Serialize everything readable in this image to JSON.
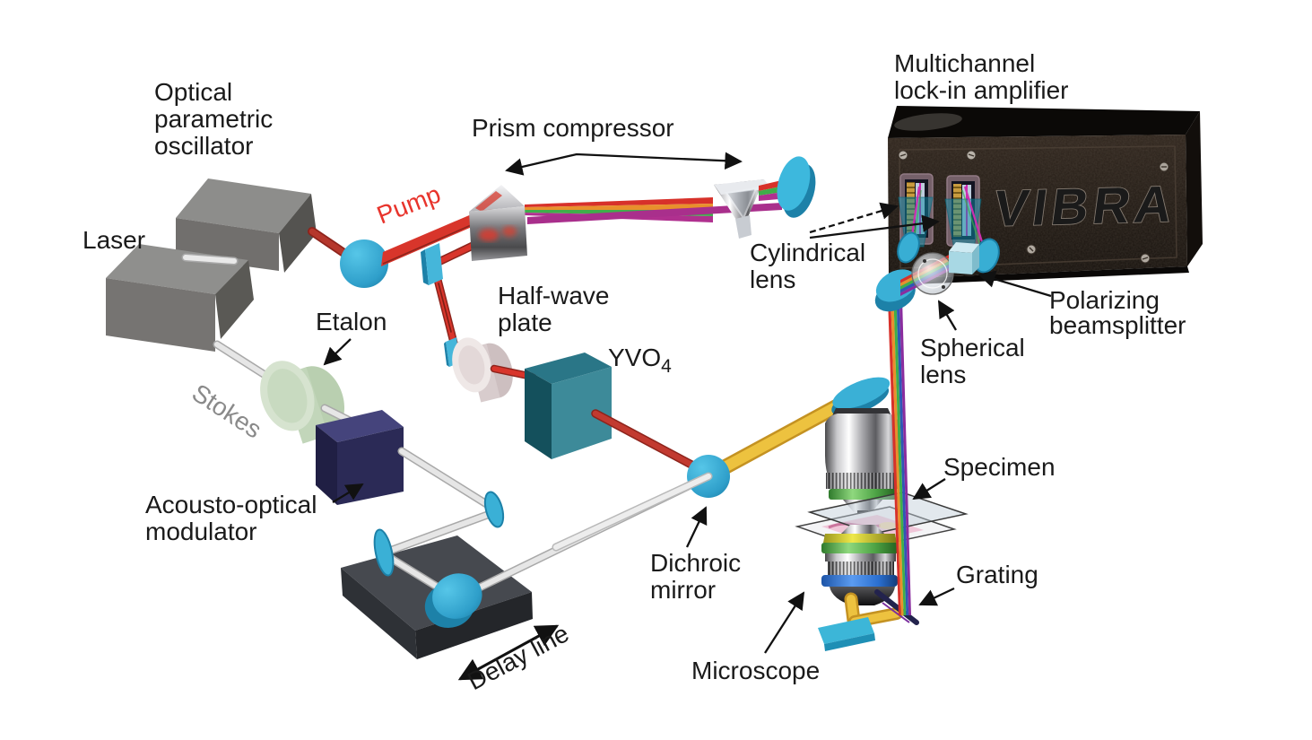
{
  "figure": {
    "kind": "optical-setup-diagram",
    "description": "Schematic of a stimulated Raman scattering microscopy setup with multichannel lock-in detection"
  },
  "labels": {
    "opo": {
      "lines": [
        "Optical",
        "parametric",
        "oscillator"
      ]
    },
    "laser": {
      "text": "Laser"
    },
    "pump": {
      "text": "Pump"
    },
    "stokes": {
      "text": "Stokes"
    },
    "prism_compressor": {
      "text": "Prism compressor"
    },
    "etalon": {
      "text": "Etalon"
    },
    "half_wave_plate": {
      "lines": [
        "Half-wave",
        "plate"
      ]
    },
    "yvo4": {
      "main": "YVO",
      "sub": "4"
    },
    "aom": {
      "lines": [
        "Acousto-optical",
        "modulator"
      ]
    },
    "delay_line": {
      "text": "Delay line"
    },
    "dichroic": {
      "lines": [
        "Dichroic",
        "mirror"
      ]
    },
    "microscope": {
      "text": "Microscope"
    },
    "specimen": {
      "text": "Specimen"
    },
    "grating": {
      "text": "Grating"
    },
    "spherical_lens": {
      "lines": [
        "Spherical",
        "lens"
      ]
    },
    "cylindrical_lens": {
      "lines": [
        "Cylindrical",
        "lens"
      ]
    },
    "polarizing_bs": {
      "lines": [
        "Polarizing",
        "beamsplitter"
      ]
    },
    "lockin": {
      "lines": [
        "Multichannel",
        "lock-in amplifier"
      ]
    },
    "vibra": {
      "text": "VIBRA"
    }
  },
  "colors": {
    "pump_beam": "#d8352b",
    "stokes_beam": "#e2e2e2",
    "combined_beam": "#e7b93d",
    "mirror_blue": "#3ab0d6",
    "etalon_green": "#c9dbc1",
    "aom_navy": "#2b2a56",
    "yvo4_teal": "#3d8a99",
    "lockin_panel": "#241c16",
    "label_black": "#1a1a1a",
    "pump_label_red": "#e8342c",
    "stokes_label_gray": "#8a8a8a",
    "rainbow": [
      "#d7312a",
      "#e8902c",
      "#3fae4a",
      "#2f57b5",
      "#8a2d9e"
    ]
  }
}
